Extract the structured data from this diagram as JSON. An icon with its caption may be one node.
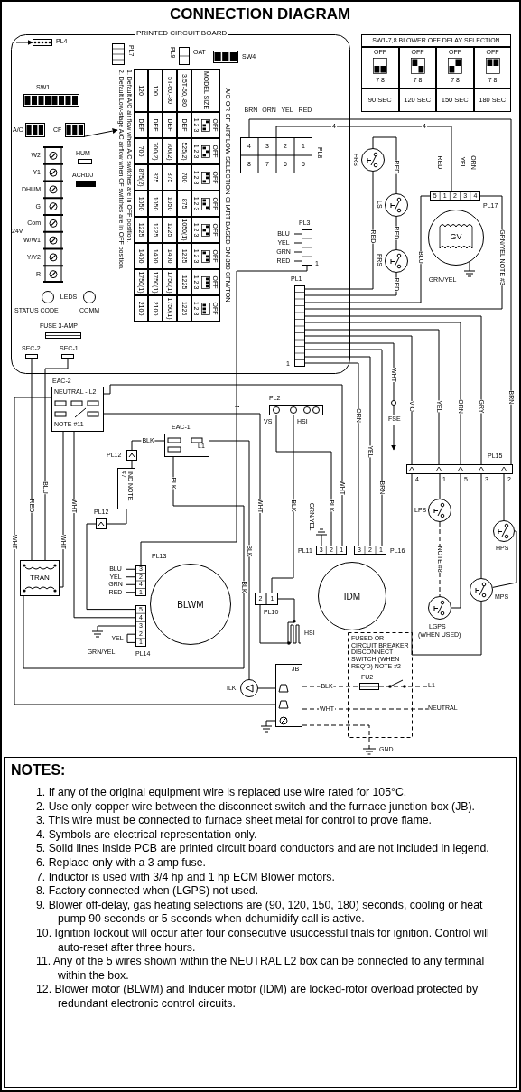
{
  "diagram": {
    "title": "CONNECTION DIAGRAM",
    "nodes": [
      {
        "text": [
          "PRINTED CIRCUIT BOARD"
        ]
      },
      {
        "text": [
          "PL4"
        ],
        "in": 0
      },
      {
        "text": [
          "PL7"
        ],
        "in": 0
      },
      {
        "text": [
          "OAT",
          "PL9"
        ],
        "in": 0
      },
      {
        "text": [
          "SW4"
        ],
        "in": 0
      },
      {
        "text": [
          "SW1"
        ],
        "in": 0
      },
      {
        "text": [
          "A/C"
        ],
        "in": 0
      },
      {
        "text": [
          "CF"
        ],
        "in": 0
      },
      {
        "text": [
          "W2",
          "Y1",
          "DHUM",
          "G",
          "Com",
          "W/W1",
          "Y/Y2",
          "R",
          "24V"
        ],
        "in": 0
      },
      {
        "text": [
          "HUM"
        ],
        "in": 0
      },
      {
        "text": [
          "ACRDJ"
        ],
        "in": 0
      },
      {
        "text": [
          "STATUS CODE"
        ],
        "in": 0
      },
      {
        "text": [
          "COMM"
        ],
        "in": 0
      },
      {
        "text": [
          "FUSE 3-AMP"
        ],
        "in": 0
      },
      {
        "text": [
          "SEC-2"
        ],
        "in": 0
      },
      {
        "text": [
          "SEC-1"
        ],
        "in": 0
      },
      {
        "text": [
          "A/C OR CF AIRFLOW SELECTION CHART BASED ON 350 CFM/TON"
        ],
        "in": 0
      },
      {
        "text": [
          "PL8"
        ],
        "in": 0
      },
      {
        "text": [
          "PL3"
        ],
        "in": 0
      },
      {
        "text": [
          "PL1"
        ],
        "in": 0
      },
      {
        "text": [
          "FRS"
        ]
      },
      {
        "text": [
          "LS"
        ]
      },
      {
        "text": [
          "FRS"
        ]
      },
      {
        "text": [
          "GV"
        ]
      },
      {
        "text": [
          "PL17"
        ]
      },
      {
        "text": [
          "PL15"
        ]
      },
      {
        "text": [
          "LPS"
        ]
      },
      {
        "text": [
          "LGPS"
        ],
        "beside": [
          "(WHEN USED)"
        ]
      },
      {
        "text": [
          "MPS"
        ]
      },
      {
        "text": [
          "HPS"
        ]
      },
      {
        "text": [
          "IDM"
        ]
      },
      {
        "text": [
          "PL11"
        ]
      },
      {
        "text": [
          "PL16"
        ]
      },
      {
        "text": [
          "PL2",
          "VS",
          "HSI"
        ]
      },
      {
        "text": [
          "PL10"
        ]
      },
      {
        "text": [
          "HSI"
        ]
      },
      {
        "text": [
          "EAC-1",
          "L1"
        ]
      },
      {
        "text": [
          "EAC-2",
          "NEUTRAL - L2",
          "NOTE #11"
        ]
      },
      {
        "text": [
          "PL12"
        ]
      },
      {
        "text": [
          "IND NOTE #7"
        ]
      },
      {
        "text": [
          "PL12"
        ]
      },
      {
        "text": [
          "TRAN"
        ]
      },
      {
        "text": [
          "BLWM"
        ]
      },
      {
        "text": [
          "PL13"
        ]
      },
      {
        "text": [
          "PL14"
        ]
      },
      {
        "text": [
          "ILK"
        ]
      },
      {
        "text": [
          "JB"
        ]
      },
      {
        "text": [
          "FUSED OR CIRCUIT BREAKER DISCONNECT SWITCH (WHEN REQ'D) NOTE #2"
        ]
      },
      {
        "text": [
          "FU2"
        ],
        "in": 47
      },
      {
        "text": [
          "L1"
        ]
      },
      {
        "text": [
          "NEUTRAL"
        ]
      },
      {
        "text": [
          "GND"
        ]
      },
      {
        "text": [
          "FSE"
        ]
      },
      {
        "text": [
          "SW1-7,8 BLOWER OFF DELAY SELECTION"
        ]
      }
    ],
    "edges": [
      {
        "from": null,
        "to": 1,
        "arrow": "to"
      },
      {
        "from": 7,
        "to": 16,
        "arrow": "to"
      },
      {
        "from": 17,
        "to": 24,
        "arrow": "none",
        "label": "4"
      },
      {
        "from": 17,
        "to": 25,
        "arrow": "none",
        "label": "BRN"
      },
      {
        "from": 20,
        "to": 21,
        "arrow": "none",
        "label": "RED"
      },
      {
        "from": 21,
        "to": 22,
        "arrow": "none",
        "label": "RED"
      },
      {
        "from": 22,
        "to": 19,
        "arrow": "none",
        "label": "RED"
      },
      {
        "from": 20,
        "to": 19,
        "arrow": "none",
        "label": "RED"
      },
      {
        "from": 24,
        "to": 19,
        "arrow": "none",
        "label": "BLU"
      },
      {
        "from": 24,
        "to": 19,
        "arrow": "none",
        "label": "GRN/YEL NOTE #3"
      },
      {
        "from": 19,
        "to": 32,
        "arrow": "none",
        "label": "BRN"
      },
      {
        "from": 19,
        "to": 32,
        "arrow": "none",
        "label": "YEL"
      },
      {
        "from": 19,
        "to": 32,
        "arrow": "none",
        "label": "ORN"
      },
      {
        "from": 19,
        "to": 52,
        "arrow": "none",
        "label": "WHT"
      },
      {
        "from": 52,
        "to": null,
        "arrow": "to"
      },
      {
        "from": 19,
        "to": 25,
        "arrow": "none",
        "label": "VIO"
      },
      {
        "from": 19,
        "to": 25,
        "arrow": "none",
        "label": "YEL"
      },
      {
        "from": 19,
        "to": 25,
        "arrow": "none",
        "label": "ORN"
      },
      {
        "from": 19,
        "to": 25,
        "arrow": "none",
        "label": "GRY"
      },
      {
        "from": 25,
        "to": 26,
        "arrow": "none"
      },
      {
        "from": 25,
        "to": 27,
        "arrow": "none"
      },
      {
        "from": 25,
        "to": 28,
        "arrow": "none"
      },
      {
        "from": 25,
        "to": 29,
        "arrow": "none"
      },
      {
        "from": 26,
        "to": 27,
        "arrow": "none",
        "label": "NOTE #8",
        "style": "dashed"
      },
      {
        "from": 28,
        "to": 29,
        "arrow": "none"
      },
      {
        "from": 25,
        "to": 28,
        "arrow": "none"
      },
      {
        "from": 33,
        "to": 31,
        "arrow": "none",
        "label": "BLK"
      },
      {
        "from": 33,
        "to": 34,
        "arrow": "none",
        "label": "BLK"
      },
      {
        "from": 34,
        "to": 35,
        "arrow": "none"
      },
      {
        "from": 34,
        "to": 35,
        "arrow": "none"
      },
      {
        "from": 37,
        "to": 34,
        "arrow": "none",
        "label": "WHT"
      },
      {
        "from": 37,
        "to": 31,
        "arrow": "none",
        "label": "WHT"
      },
      {
        "from": 36,
        "to": 38,
        "arrow": "none",
        "label": "BLK"
      },
      {
        "from": 38,
        "to": 39,
        "arrow": "none"
      },
      {
        "from": 39,
        "to": 40,
        "arrow": "none"
      },
      {
        "from": 40,
        "to": 44,
        "arrow": "none"
      },
      {
        "from": 36,
        "to": 41,
        "arrow": "none",
        "label": "BLK"
      },
      {
        "from": 36,
        "to": 45,
        "arrow": "none",
        "label": "BLK"
      },
      {
        "from": 37,
        "to": 44,
        "arrow": "none",
        "label": "WHT"
      },
      {
        "from": 37,
        "to": 41,
        "arrow": "none",
        "label": "WHT"
      },
      {
        "from": 14,
        "to": 41,
        "arrow": "none",
        "label": "RED"
      },
      {
        "from": 15,
        "to": 41,
        "arrow": "none",
        "label": "BLU"
      },
      {
        "from": 37,
        "to": 46,
        "arrow": "none",
        "label": "WHT"
      },
      {
        "from": 45,
        "to": 46,
        "arrow": "none"
      },
      {
        "from": 46,
        "to": 48,
        "arrow": "none",
        "label": "BLK",
        "style": "dashed"
      },
      {
        "from": 48,
        "to": 49,
        "arrow": "none",
        "style": "dashed"
      },
      {
        "from": 46,
        "to": 50,
        "arrow": "none",
        "label": "WHT",
        "style": "dashed"
      },
      {
        "from": 46,
        "to": 51,
        "arrow": "none",
        "style": "dashed"
      },
      {
        "from": 18,
        "to": 43,
        "arrow": "none",
        "label": "4"
      }
    ],
    "labels": [
      "BRN",
      "ORN",
      "YEL",
      "RED",
      "4",
      "RED",
      "YEL",
      "ORN",
      "4",
      "3",
      "2",
      "1",
      "8",
      "7",
      "6",
      "5",
      "5",
      "1",
      "2",
      "3",
      "4",
      "GRN/YEL",
      "BLU",
      "YEL",
      "GRN",
      "RED",
      "1",
      "1",
      "LEDS",
      "MODEL SIZE",
      "OFF",
      "1 2 3",
      "OFF",
      "1 2 3",
      "OFF",
      "1 2 3",
      "OFF",
      "1 2 3",
      "OFF",
      "1 2 3",
      "OFF",
      "1 2 3",
      "OFF",
      "1 2 3",
      "OFF",
      "1 2 3",
      "3.5T-60,-80",
      "DEF",
      "525(2)",
      "700",
      "875",
      "1050(1)",
      "1225",
      "1225",
      "1225",
      "5T-60,-80",
      "DEF",
      "700(2)",
      "875",
      "1050",
      "1225",
      "1400",
      "1750(1)",
      "1750(1)",
      "100",
      "DEF",
      "700(2)",
      "875",
      "1050",
      "1225",
      "1400",
      "1750(1)",
      "2100",
      "120",
      "DEF",
      "700",
      "875(2)",
      "1050",
      "1225",
      "1400",
      "1750(1)",
      "2100",
      "1. Default A/C air flow when A/C switches are in OFF position.",
      "2. Default Low-stage A/C airflow when CF switches are in OFF position.",
      "OFF",
      "7 8",
      "90 SEC",
      "OFF",
      "7 8",
      "120 SEC",
      "OFF",
      "7 8",
      "150 SEC",
      "OFF",
      "7 8",
      "180 SEC",
      "4",
      "1",
      "5",
      "3",
      "2",
      "3",
      "2",
      "1",
      "3",
      "2",
      "1",
      "GRN/YEL",
      "1",
      "2",
      "BLK",
      "BLU",
      "YEL",
      "GRN",
      "RED",
      "3",
      "2",
      "4",
      "1",
      "5",
      "4",
      "3",
      "2",
      "1",
      "YEL",
      "GRN/YEL",
      "NOTES:",
      "1. If any of the original equipment wire is replaced use wire rated for 105°C.",
      "2. Use only copper wire between the disconnect switch and the furnace junction box (JB).",
      "3. This wire must be connected to furnace sheet metal for control to prove flame.",
      "4. Symbols are electrical representation only.",
      "5. Solid lines inside PCB are printed circuit board conductors and are not included in legend.",
      "6. Replace only with a 3 amp fuse.",
      "7. Inductor is used with 3/4 hp and 1 hp ECM Blower motors.",
      "8. Factory connected when (LGPS) not used.",
      "9. Blower off-delay, gas heating selections are (90, 120, 150, 180) seconds, cooling or heat pump 90 seconds or 5 seconds when dehumidify call is active.",
      "10. Ignition lockout will occur after four consecutive usuccessful trials for ignition. Control will auto-reset after three hours.",
      "11. Any of the 5 wires shown within the NEUTRAL L2 box can be connected to any terminal within the box.",
      "12. Blower motor (BLWM) and Inducer motor (IDM) are locked-rotor overload protected by redundant electronic control circuits."
    ]
  }
}
